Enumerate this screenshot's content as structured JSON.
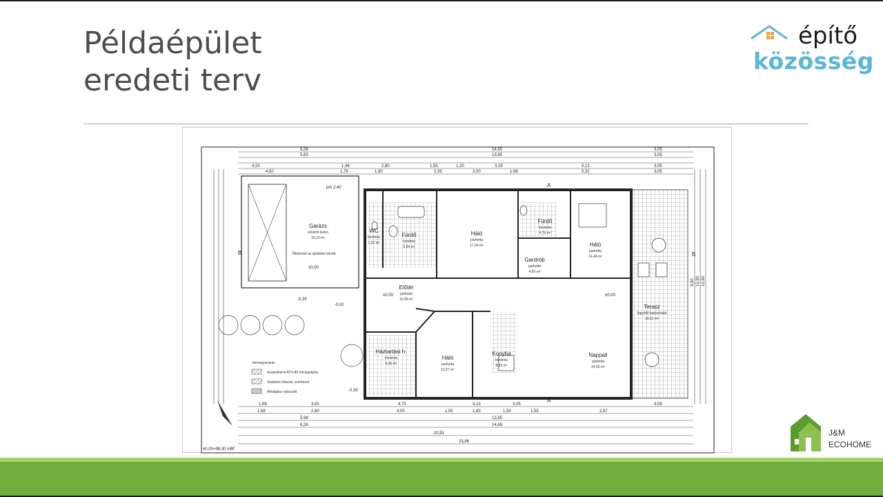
{
  "slide": {
    "title_line1": "Példaépület",
    "title_line2": "eredeti terv"
  },
  "logos": {
    "epito_word1": "építő",
    "epito_word2": "közösség",
    "jm_line1": "J&M",
    "jm_line2": "ECOHOME"
  },
  "colors": {
    "title": "#4d4d4d",
    "epito_accent": "#5bb7d6",
    "house_orange": "#e8a23a",
    "band_green": "#6fae3a",
    "band_light": "#a8d26a",
    "jm_green": "#5d9a2f"
  },
  "plan": {
    "rooms": [
      {
        "name": "Garázs",
        "sub": "simított beton",
        "area": "33,23 m²"
      },
      {
        "name": "Fürdő",
        "sub": "kerámia",
        "area": "5,84 m²"
      },
      {
        "name": "WC",
        "sub": "kerámia",
        "area": "1,52 m²"
      },
      {
        "name": "Háló",
        "sub": "parketta",
        "area": "17,84 m²"
      },
      {
        "name": "Fürdő",
        "sub": "kerámia",
        "area": "4,70 m²"
      },
      {
        "name": "Háló",
        "sub": "parketta",
        "area": "14,44 m²"
      },
      {
        "name": "Gardrób",
        "sub": "parketta",
        "area": "4,00 m²"
      },
      {
        "name": "Előtér",
        "sub": "parketta",
        "area": "16,56 m²"
      },
      {
        "name": "Háztartási h.",
        "sub": "kerámia",
        "area": "5,60 m²"
      },
      {
        "name": "Háló",
        "sub": "parketta",
        "area": "12,07 m²"
      },
      {
        "name": "Konyha",
        "sub": "kerámia",
        "area": "8,43 m²"
      },
      {
        "name": "Nappali",
        "sub": "parketta",
        "area": "34,56 m²"
      },
      {
        "name": "Terasz",
        "sub": "fagyálló lapburkolat",
        "area": "30,11 m²"
      }
    ],
    "dims_top": [
      "6,26",
      "14,65",
      "3,05",
      "5,83",
      "13,65",
      "4,20",
      "1,46",
      "2,80",
      "1,55",
      "1,20",
      "3,18",
      "5,12",
      "4,50",
      "1,76",
      "1,90",
      "2,35",
      "2,00",
      "1,98",
      "5,32"
    ],
    "dims_bottom": [
      "1,98",
      "3,55",
      "4,75",
      "3,13",
      "3,05",
      "3,05",
      "1,68",
      "2,60",
      "4,00",
      "1,50",
      "1,63",
      "1,50",
      "1,55",
      "2,97",
      "5,98",
      "13,65",
      "6,26",
      "14,65",
      "20,91",
      "23,96"
    ],
    "dims_side": [
      "10,90",
      "9,50",
      "10,90"
    ],
    "levels": [
      "±0,00",
      "-0,35",
      "-0,02",
      "-0,35",
      "pm 2,40"
    ],
    "section_labels": [
      "A",
      "B"
    ],
    "legend_title": "Jelmagyarázat:",
    "legend_items": [
      "Austrotherm ATH-80 hőszigetelés",
      "Vasbeton falazat, szerkezet",
      "Alkalgipsz válaszfal"
    ],
    "demolish_note": "Ötlebontó az épületek között",
    "elevation": "±0,00=98,30 mBf"
  }
}
